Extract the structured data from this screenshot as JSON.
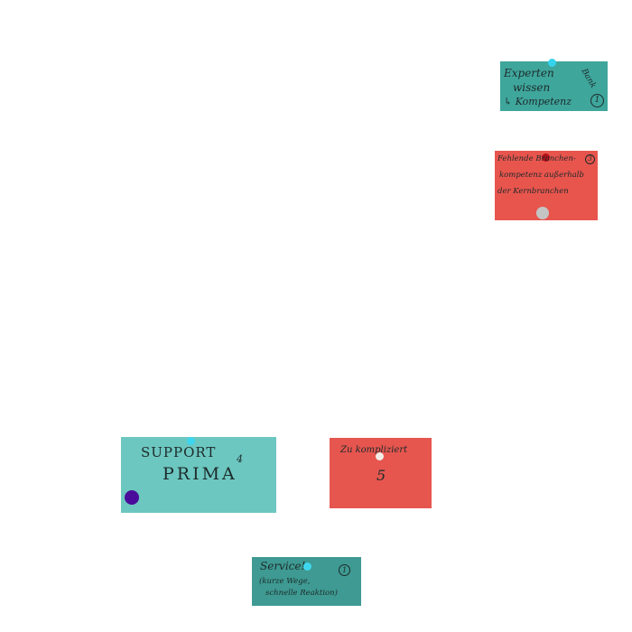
{
  "notes": [
    {
      "id": "experten",
      "color": "#3fa69c",
      "lines": [
        "Experten",
        "wissen",
        "↳ Kompetenz"
      ],
      "side": "Bank",
      "rank": "1",
      "pin_color": "#35d3ec"
    },
    {
      "id": "branchen",
      "color": "#e8554d",
      "lines": [
        "Fehlende Branchen-",
        "kompetenz außerhalb",
        "der Kernbranchen"
      ],
      "rank": "3",
      "pin_color": "#b0101a",
      "dot_color": "#c4c4c4"
    },
    {
      "id": "support",
      "color": "#6cc7c0",
      "lines": [
        "SUPPORT",
        "PRIMA"
      ],
      "rank": "4",
      "pin_color": "#3ed6ef",
      "dot_color": "#4a0c9a"
    },
    {
      "id": "kompliziert",
      "color": "#e6564f",
      "lines": [
        "Zu kompliziert"
      ],
      "rank": "5",
      "pin_color": "#f2ece6"
    },
    {
      "id": "service",
      "color": "#3e9a92",
      "lines": [
        "Service!",
        "(kurze Wege,",
        "schnelle Reaktion)"
      ],
      "rank": "1",
      "pin_color": "#3ed6ef"
    }
  ]
}
